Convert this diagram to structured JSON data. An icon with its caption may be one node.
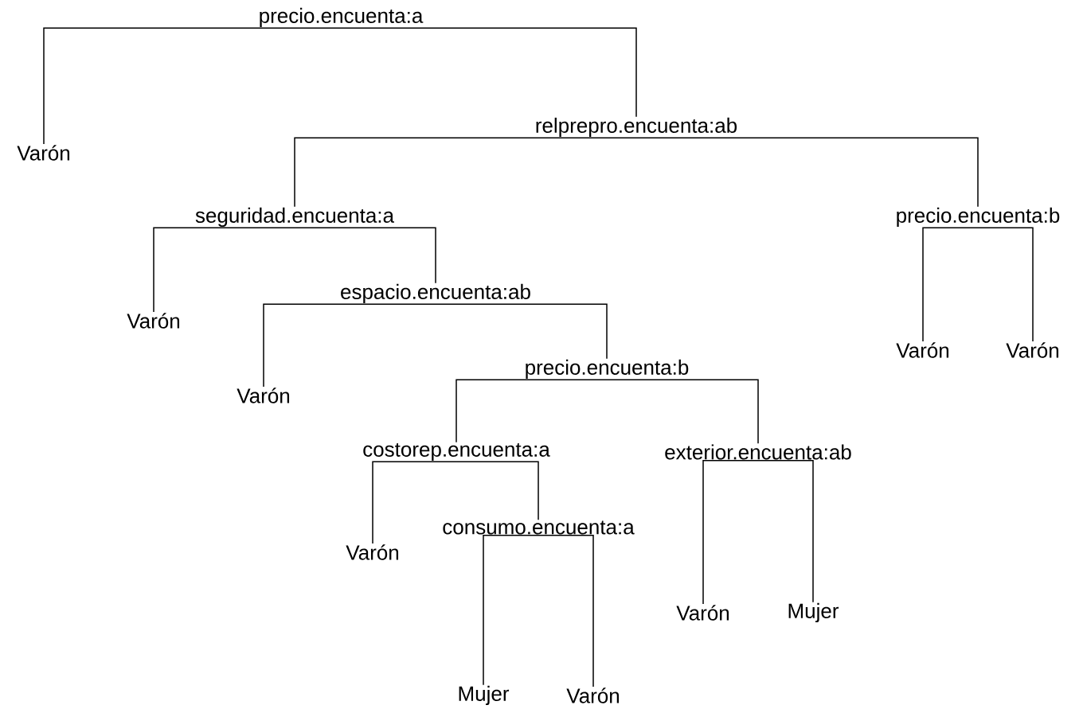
{
  "diagram": {
    "nodes": [
      {
        "text": [
          "precio.encuenta:a"
        ]
      },
      {
        "text": [
          "relprepro.encuenta:ab"
        ]
      },
      {
        "text": [
          "Varón"
        ]
      },
      {
        "text": [
          "seguridad.encuenta:a"
        ]
      },
      {
        "text": [
          "precio.encuenta:b"
        ]
      },
      {
        "text": [
          "espacio.encuenta:ab"
        ]
      },
      {
        "text": [
          "Varón"
        ]
      },
      {
        "text": [
          "Varón"
        ]
      },
      {
        "text": [
          "Varón"
        ]
      },
      {
        "text": [
          "precio.encuenta:b"
        ]
      },
      {
        "text": [
          "Varón"
        ]
      },
      {
        "text": [
          "costorep.encuenta:a"
        ]
      },
      {
        "text": [
          "exterior.encuenta:ab"
        ]
      },
      {
        "text": [
          "consumo.encuenta:a"
        ]
      },
      {
        "text": [
          "Varón"
        ]
      },
      {
        "text": [
          "Varón"
        ]
      },
      {
        "text": [
          "Mujer"
        ]
      },
      {
        "text": [
          "Mujer"
        ]
      },
      {
        "text": [
          "Varón"
        ]
      }
    ],
    "edges": [
      {
        "from": 0,
        "to": 2,
        "arrow": "none"
      },
      {
        "from": 0,
        "to": 1,
        "arrow": "none"
      },
      {
        "from": 1,
        "to": 3,
        "arrow": "none"
      },
      {
        "from": 1,
        "to": 4,
        "arrow": "none"
      },
      {
        "from": 3,
        "to": 6,
        "arrow": "none"
      },
      {
        "from": 3,
        "to": 5,
        "arrow": "none"
      },
      {
        "from": 4,
        "to": 7,
        "arrow": "none"
      },
      {
        "from": 4,
        "to": 8,
        "arrow": "none"
      },
      {
        "from": 5,
        "to": 10,
        "arrow": "none"
      },
      {
        "from": 5,
        "to": 9,
        "arrow": "none"
      },
      {
        "from": 9,
        "to": 11,
        "arrow": "none"
      },
      {
        "from": 9,
        "to": 12,
        "arrow": "none"
      },
      {
        "from": 11,
        "to": 14,
        "arrow": "none"
      },
      {
        "from": 11,
        "to": 13,
        "arrow": "none"
      },
      {
        "from": 13,
        "to": 17,
        "arrow": "none"
      },
      {
        "from": 13,
        "to": 18,
        "arrow": "none"
      },
      {
        "from": 12,
        "to": 15,
        "arrow": "none"
      },
      {
        "from": 12,
        "to": 16,
        "arrow": "none"
      }
    ]
  }
}
